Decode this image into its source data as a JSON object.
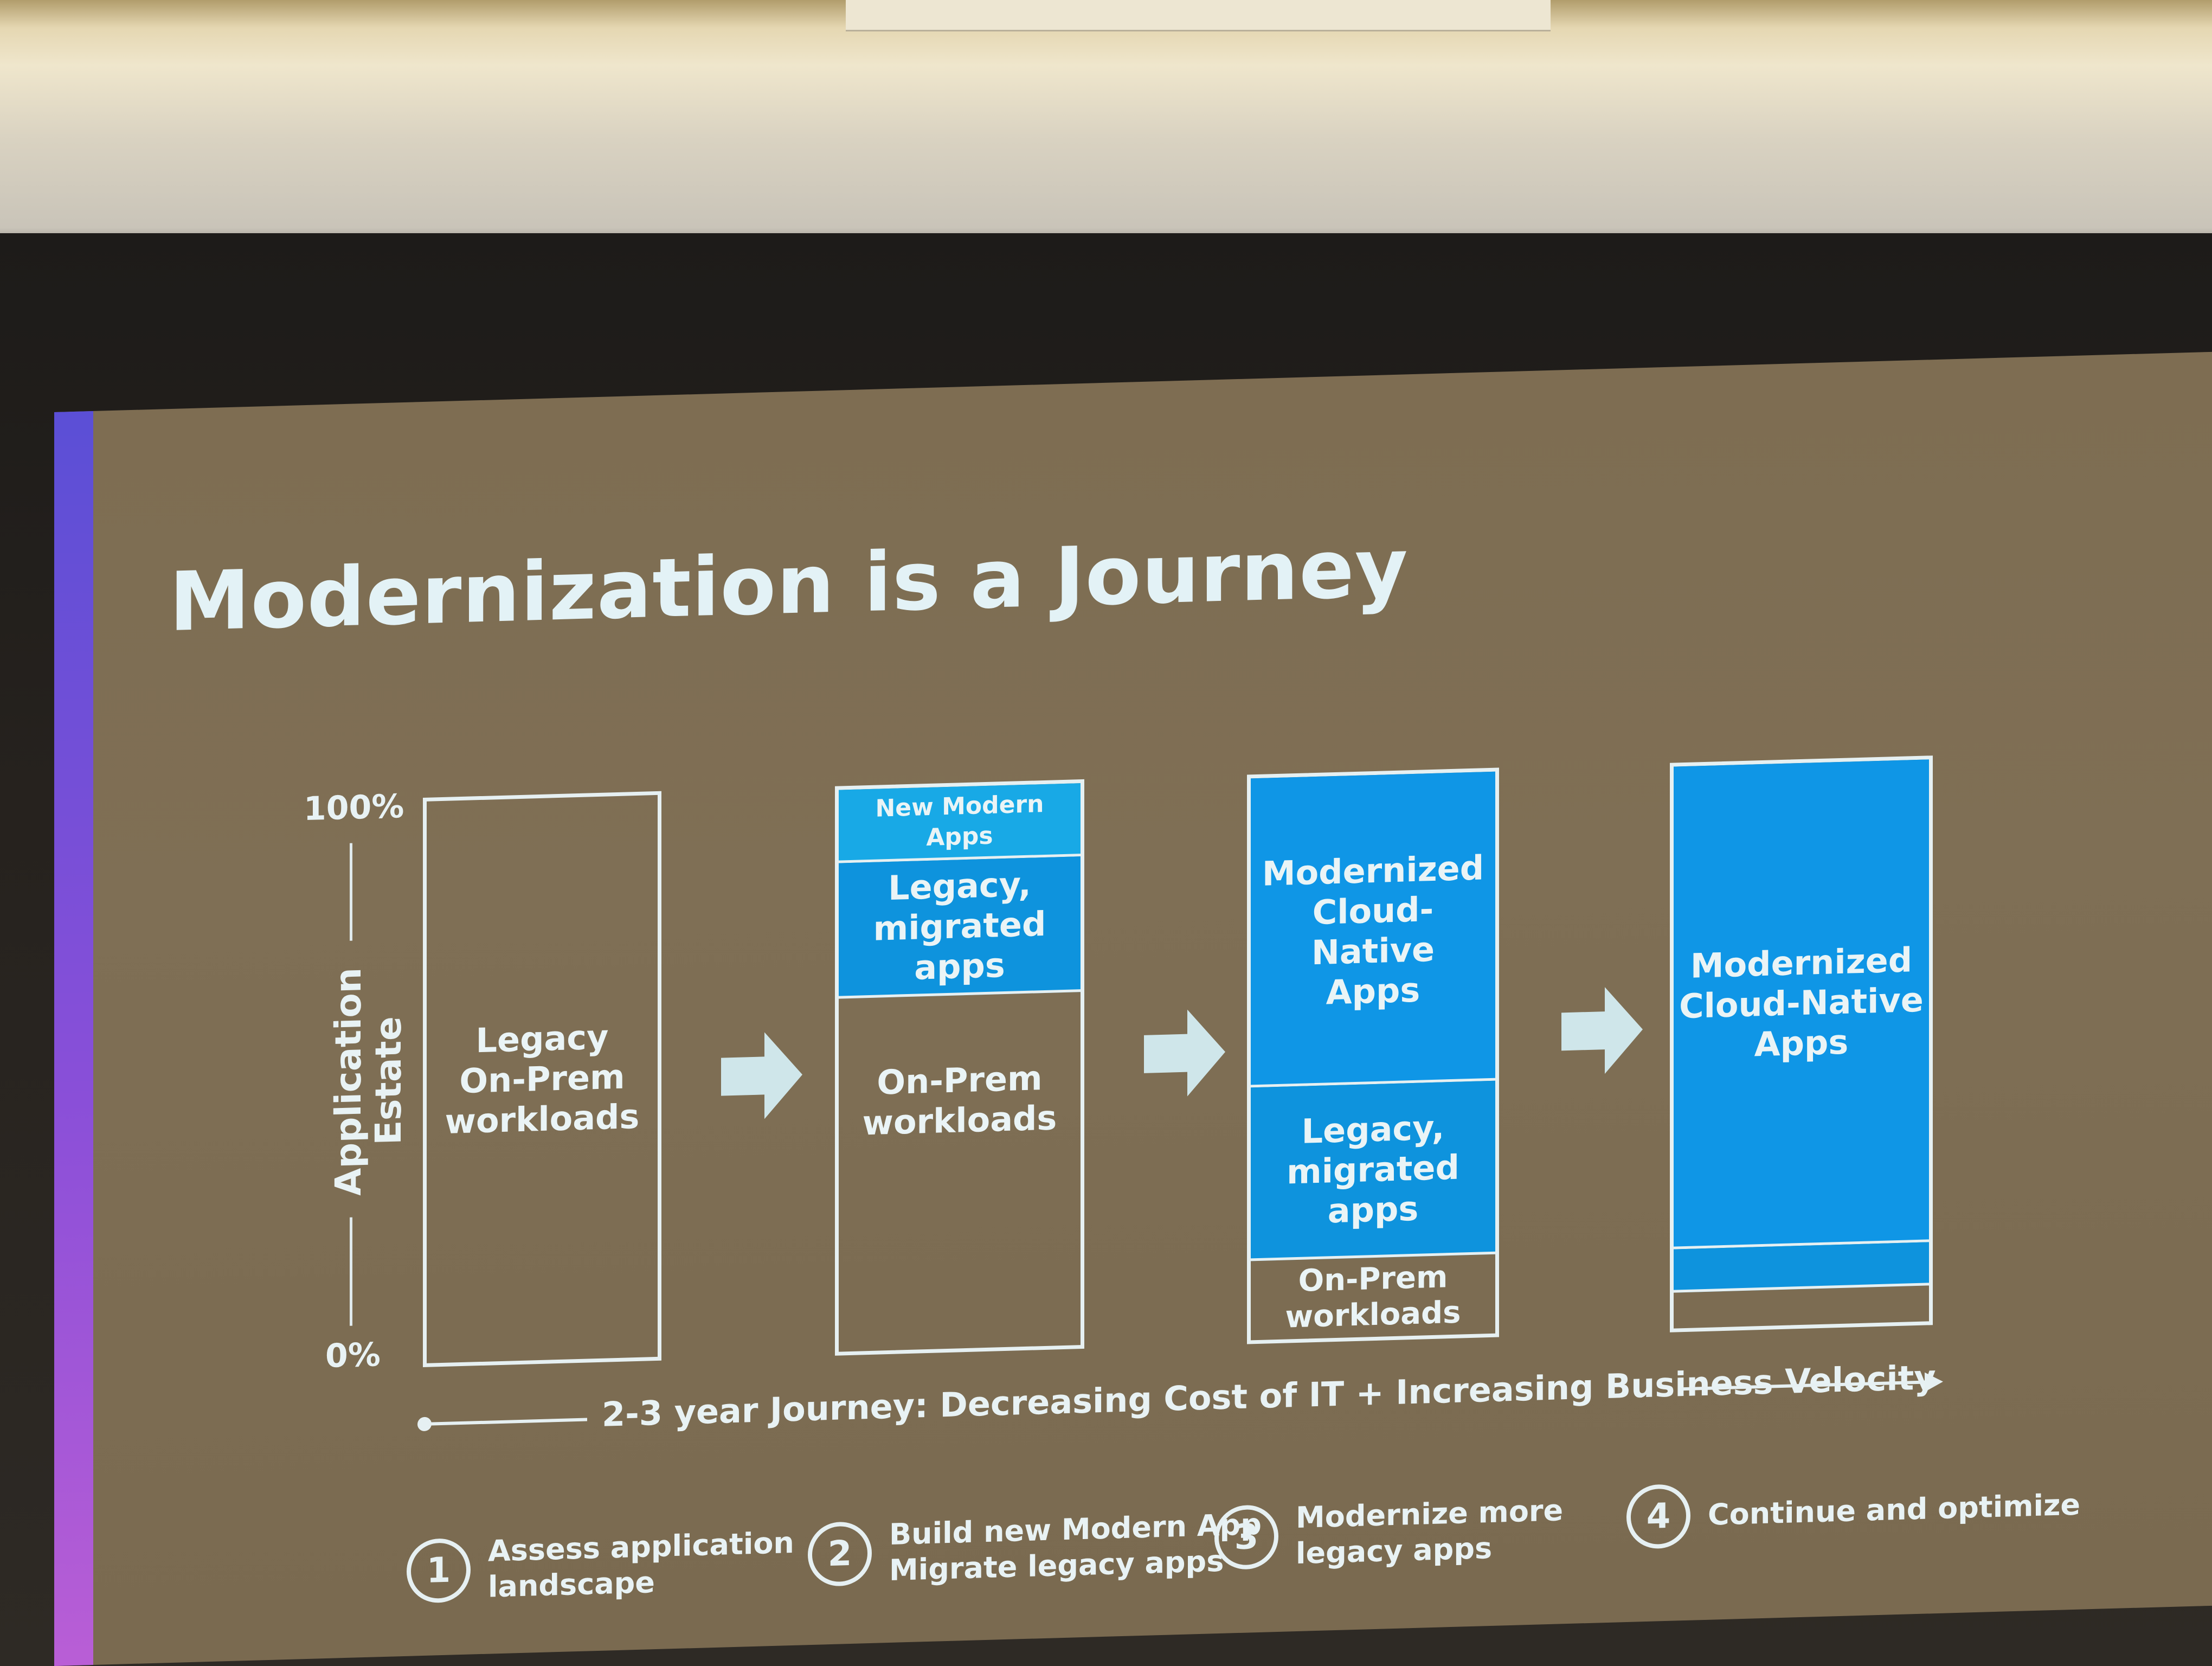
{
  "slide": {
    "title": "Modernization is a Journey",
    "axis": {
      "top": "100%",
      "bottom": "0%",
      "title_line1": "Application",
      "title_line2": "Estate"
    },
    "bars": [
      {
        "segments": [
          {
            "label_lines": [
              "Legacy",
              "On-Prem",
              "workloads"
            ]
          }
        ]
      },
      {
        "segments": [
          {
            "label_lines": [
              "New Modern",
              "Apps"
            ]
          },
          {
            "label_lines": [
              "Legacy,",
              "migrated apps"
            ]
          },
          {
            "label_lines": [
              "On-Prem",
              "workloads"
            ]
          }
        ]
      },
      {
        "segments": [
          {
            "label_lines": [
              "Modernized",
              "Cloud-Native",
              "Apps"
            ]
          },
          {
            "label_lines": [
              "Legacy,",
              "migrated",
              "apps"
            ]
          },
          {
            "label_lines": [
              "On-Prem",
              "workloads"
            ]
          }
        ]
      },
      {
        "segments": [
          {
            "label_lines": [
              "Modernized",
              "Cloud-Native",
              "Apps"
            ]
          }
        ]
      }
    ],
    "journey_label": "2-3 year Journey: Decreasing Cost of IT + Increasing Business Velocity",
    "steps": [
      {
        "number": "1",
        "lines": [
          "Assess application",
          "landscape"
        ]
      },
      {
        "number": "2",
        "lines": [
          "Build new Modern App",
          "Migrate legacy apps"
        ]
      },
      {
        "number": "3",
        "lines": [
          "Modernize more",
          "legacy apps"
        ]
      },
      {
        "number": "4",
        "lines": [
          "Continue and optimize"
        ]
      }
    ]
  }
}
